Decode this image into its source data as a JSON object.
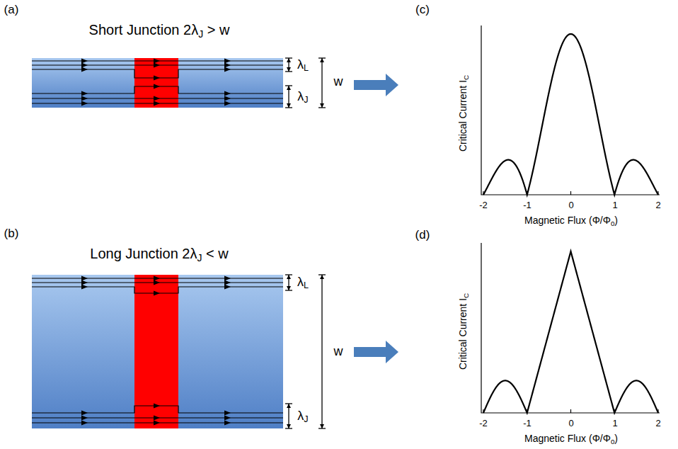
{
  "diagram": {
    "labels": [
      "(a)",
      "Short Junction 2λJ > w",
      "λL",
      "λJ",
      "w",
      "(b)",
      "Long Junction 2λJ < w",
      "λL",
      "λJ",
      "w",
      "(c)",
      "Critical Current IC",
      "-2",
      "-1",
      "0",
      "1",
      "2",
      "Magnetic Flux (Φ/Φ0)",
      "(d)",
      "Critical Current IC",
      "-2",
      "-1",
      "0",
      "1",
      "2",
      "Magnetic Flux (Φ/Φ0)"
    ]
  }
}
